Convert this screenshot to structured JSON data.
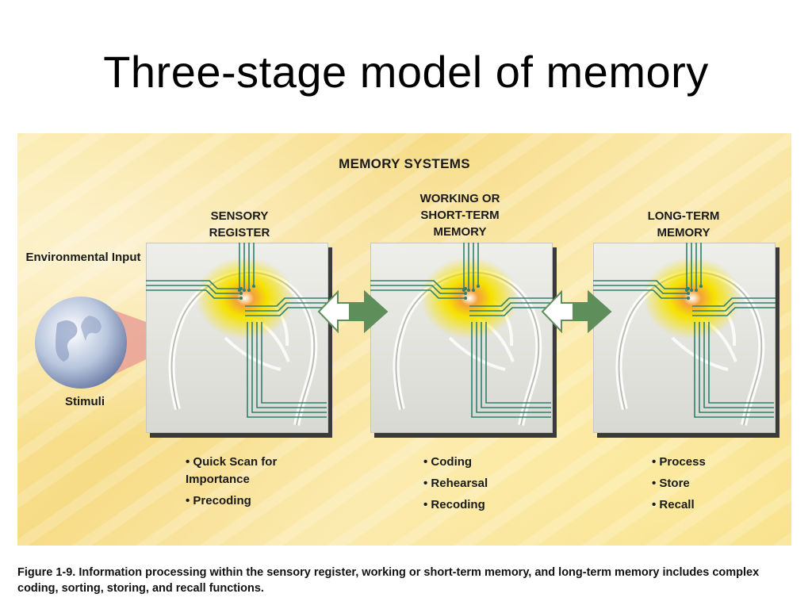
{
  "slide": {
    "title": "Three-stage model of memory"
  },
  "diagram": {
    "heading": "MEMORY SYSTEMS",
    "input_label": "Environmental Input",
    "stimuli_label": "Stimuli",
    "stages": [
      {
        "title": "SENSORY REGISTER",
        "bullets": [
          "Quick Scan for Importance",
          "Precoding"
        ]
      },
      {
        "title": "WORKING OR SHORT-TERM MEMORY",
        "bullets": [
          "Coding",
          "Rehearsal",
          "Recoding"
        ]
      },
      {
        "title": "LONG-TERM MEMORY",
        "bullets": [
          "Process",
          "Store",
          "Recall"
        ]
      }
    ],
    "colors": {
      "background": "#f7dc86",
      "arrow": "#5e8f5a",
      "circuit": "#2f7f6f",
      "glow": "#f5e200"
    }
  },
  "caption": "Figure 1-9. Information processing within the sensory register, working or short-term memory, and long-term memory includes complex coding, sorting, storing, and recall functions."
}
